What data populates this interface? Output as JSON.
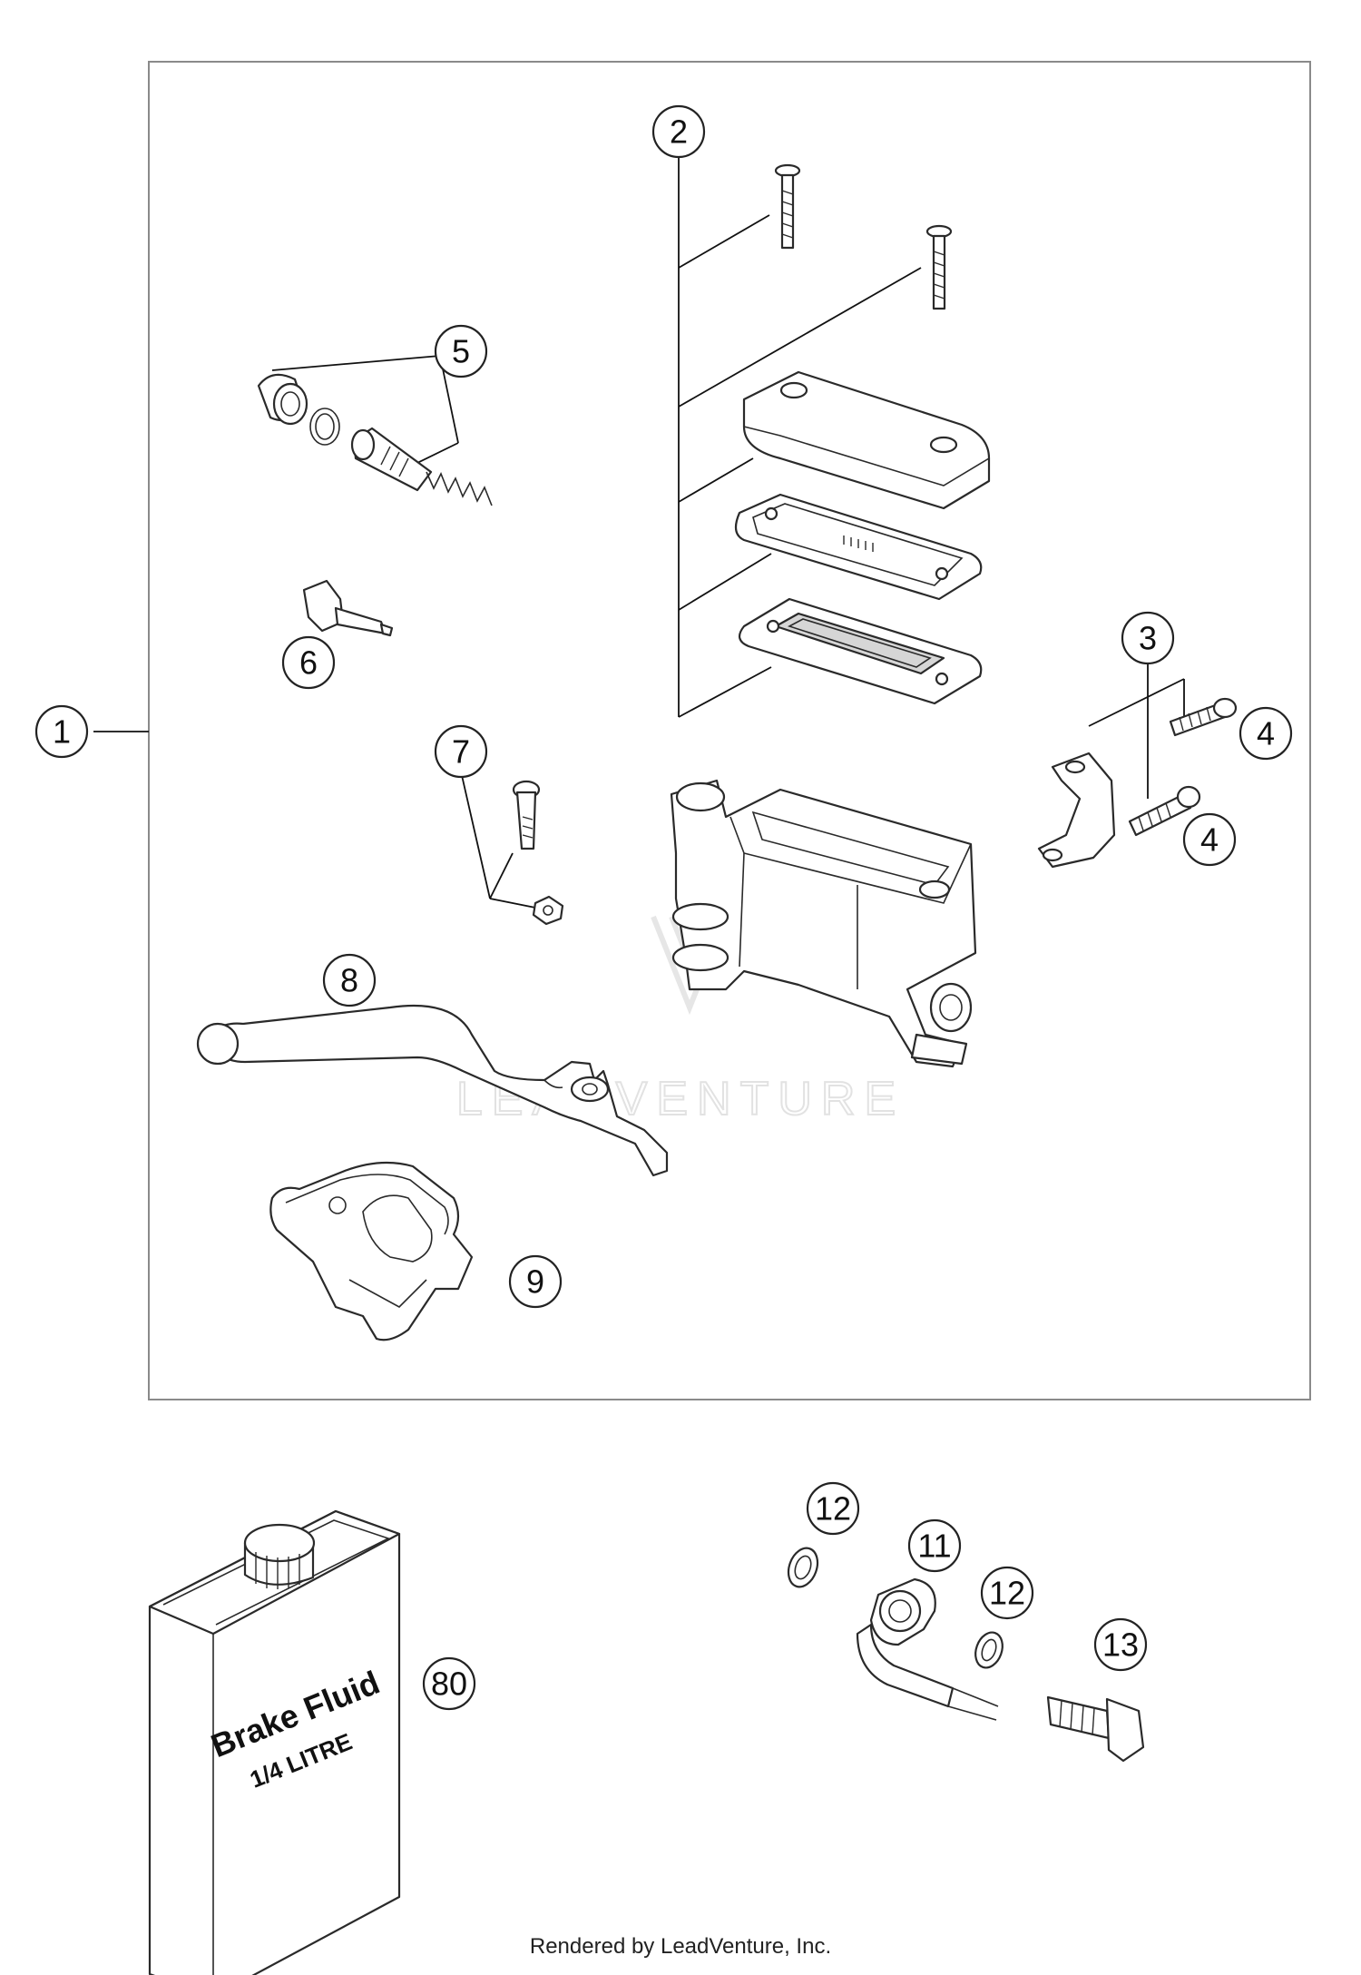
{
  "callouts": [
    "1",
    "2",
    "3",
    "4",
    "4",
    "5",
    "6",
    "7",
    "8",
    "9",
    "11",
    "12",
    "12",
    "13",
    "80"
  ],
  "container": {
    "label_line1": "Brake Fluid",
    "label_line2": "1/4 LITRE"
  },
  "watermark": "LEADVENTURE",
  "footer": "Rendered by LeadVenture, Inc."
}
